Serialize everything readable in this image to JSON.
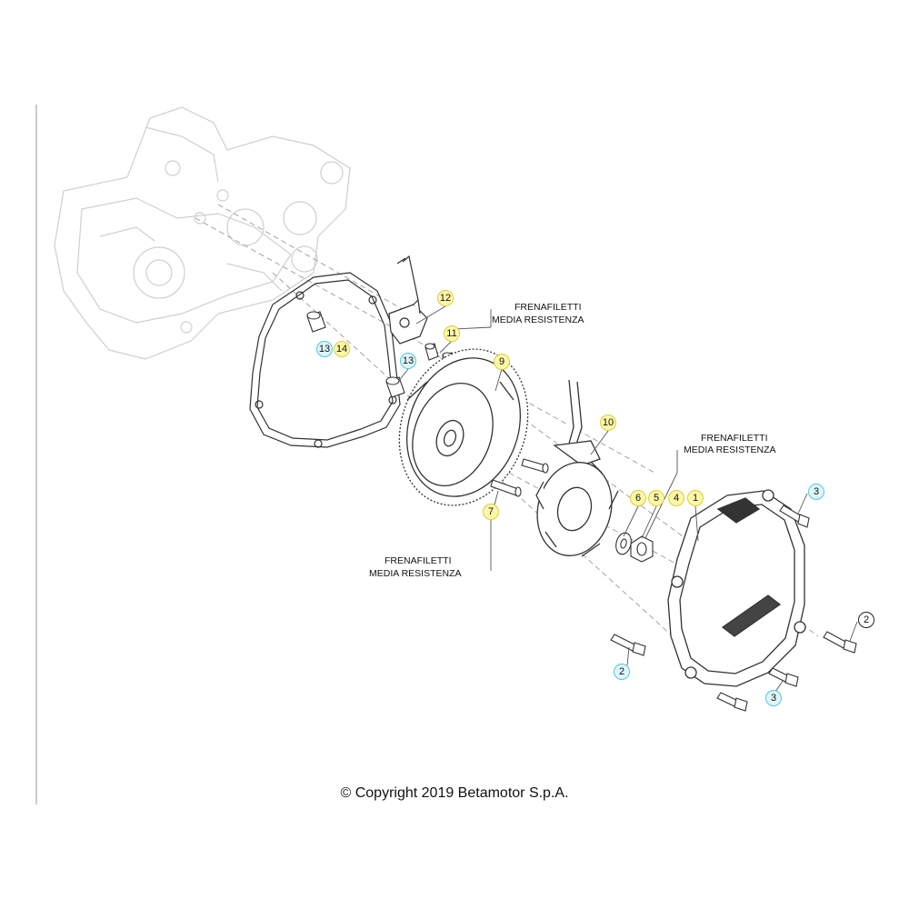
{
  "diagram": {
    "callouts": [
      {
        "id": "c12",
        "number": "12",
        "color": "#fff7a8",
        "border": "#d8cf3a"
      },
      {
        "id": "c11",
        "number": "11",
        "color": "#fff7a8",
        "border": "#d8cf3a"
      },
      {
        "id": "c13a",
        "number": "13",
        "color": "#dff6fb",
        "border": "#4fc8dc"
      },
      {
        "id": "c14",
        "number": "14",
        "color": "#fff7a8",
        "border": "#d8cf3a"
      },
      {
        "id": "c13b",
        "number": "13",
        "color": "#dff6fb",
        "border": "#4fc8dc"
      },
      {
        "id": "c9",
        "number": "9",
        "color": "#fff7a8",
        "border": "#d8cf3a"
      },
      {
        "id": "c10",
        "number": "10",
        "color": "#fff7a8",
        "border": "#d8cf3a"
      },
      {
        "id": "c6",
        "number": "6",
        "color": "#fff7a8",
        "border": "#d8cf3a"
      },
      {
        "id": "c5",
        "number": "5",
        "color": "#fff7a8",
        "border": "#d8cf3a"
      },
      {
        "id": "c4",
        "number": "4",
        "color": "#fff7a8",
        "border": "#d8cf3a"
      },
      {
        "id": "c1",
        "number": "1",
        "color": "#fff7a8",
        "border": "#d8cf3a"
      },
      {
        "id": "c7",
        "number": "7",
        "color": "#fff7a8",
        "border": "#d8cf3a"
      },
      {
        "id": "c3a",
        "number": "3",
        "color": "#dff6fb",
        "border": "#4fc8dc"
      },
      {
        "id": "c2a",
        "number": "2",
        "color": "#ffffff",
        "border": "#222222"
      },
      {
        "id": "c2b",
        "number": "2",
        "color": "#dff6fb",
        "border": "#4fc8dc"
      },
      {
        "id": "c3b",
        "number": "3",
        "color": "#dff6fb",
        "border": "#4fc8dc"
      }
    ],
    "notes": [
      {
        "id": "n1",
        "line1": "FRENAFILETTI",
        "line2": "MEDIA RESISTENZA"
      },
      {
        "id": "n2",
        "line1": "FRENAFILETTI",
        "line2": "MEDIA RESISTENZA"
      },
      {
        "id": "n3",
        "line1": "FRENAFILETTI",
        "line2": "MEDIA RESISTENZA"
      }
    ],
    "copyright": "© Copyright 2019 Betamotor S.p.A."
  }
}
